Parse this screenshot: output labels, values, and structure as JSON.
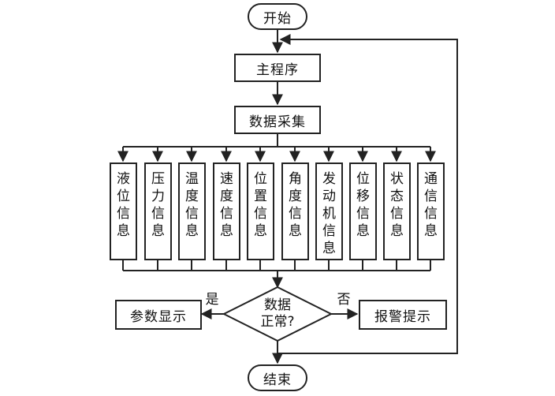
{
  "flowchart": {
    "start": "开始",
    "main_program": "主程序",
    "data_collection": "数据采集",
    "info_boxes": [
      "液位信息",
      "压力信息",
      "温度信息",
      "速度信息",
      "位置信息",
      "角度信息",
      "发动机信息",
      "位移信息",
      "状态信息",
      "通信信息"
    ],
    "decision_line1": "数据",
    "decision_line2": "正常?",
    "yes_label": "是",
    "no_label": "否",
    "param_display": "参数显示",
    "alarm_prompt": "报警提示",
    "end": "结束"
  },
  "colors": {
    "line": "#222222",
    "background": "#ffffff"
  }
}
